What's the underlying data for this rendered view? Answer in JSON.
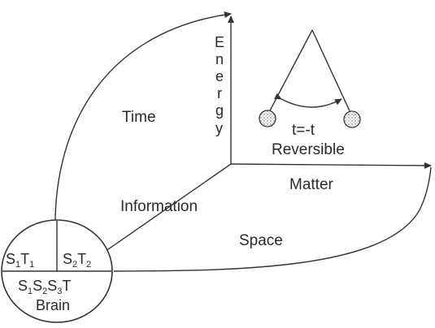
{
  "diagram": {
    "axes": {
      "energy": [
        "E",
        "n",
        "e",
        "r",
        "g",
        "y"
      ],
      "time": "Time",
      "matter": "Matter",
      "information": "Information",
      "space": "Space"
    },
    "pendulum": {
      "equation": "t=-t",
      "caption": "Reversible"
    },
    "brain": {
      "cell_top_left": {
        "s": "S",
        "s_sub": "1",
        "t": "T",
        "t_sub": "1"
      },
      "cell_top_right": {
        "s": "S",
        "s_sub": "2",
        "t": "T",
        "t_sub": "2"
      },
      "bottom": {
        "s1": "S",
        "s1_sub": "1",
        "s2": "S",
        "s2_sub": "2",
        "s3": "S",
        "s3_sub": "3",
        "t": "T"
      },
      "label": "Brain"
    }
  }
}
